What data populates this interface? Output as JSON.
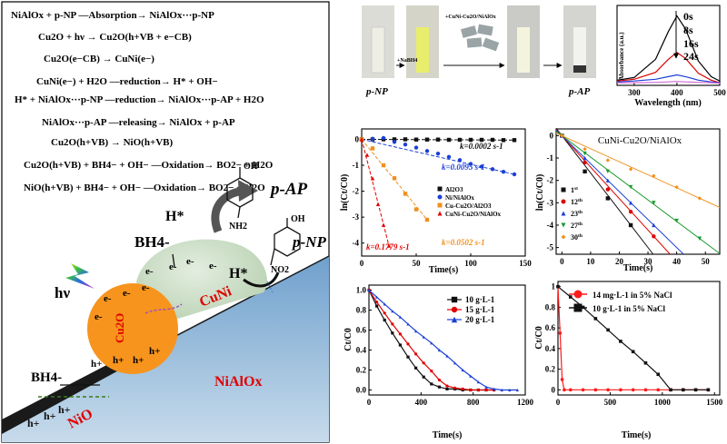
{
  "mechanism": {
    "equations": [
      "NiAlOx + p-NP —Absorption→ NiAlOx···p-NP",
      "Cu2O + hν → Cu2O(h+VB + e−CB)",
      "Cu2O(e−CB) → CuNi(e−)",
      "CuNi(e−) + H2O —reduction→ H* + OH−",
      "H* + NiAlOx···p-NP —reduction→ NiAlOx···p-AP + H2O",
      "NiAlOx···p-AP —releasing→ NiAlOx + p-AP",
      "Cu2O(h+VB) → NiO(h+VB)",
      "Cu2O(h+VB) + BH4− + OH− —Oxidation→ BO2− + H2O",
      "NiO(h+VB) + BH4− + OH− —Oxidation→ BO2− + H2O"
    ],
    "labels": {
      "pap": "p-AP",
      "pnp": "p-NP",
      "hstar_top": "H*",
      "hstar_mid": "H*",
      "bh4_top": "BH4-",
      "bh4_left": "BH4-",
      "hv": "hν",
      "cuni": "CuNi",
      "cu2o": "Cu2O",
      "nialox": "NiAlOx",
      "nio": "NiO",
      "electron": "e-",
      "hole": "h+",
      "nh2": "NH2",
      "no2": "NO2",
      "oh": "OH"
    }
  },
  "photos": {
    "left_caption": "p-NP",
    "right_caption": "p-AP",
    "step1": "+NaBH4",
    "step2": "+CuNi-Cu2O/NiAlOx"
  },
  "chart_data": [
    {
      "type": "line",
      "title": "",
      "xlabel": "Wavelength (nm)",
      "ylabel": "Absorbance (a.u.)",
      "xlim": [
        260,
        500
      ],
      "xticks": [
        "300",
        "400",
        "500"
      ],
      "series": [
        {
          "name": "0s",
          "color": "#000000",
          "x": [
            250,
            300,
            350,
            380,
            400,
            420,
            450,
            480,
            500,
            540
          ],
          "y": [
            0.06,
            0.09,
            0.3,
            0.62,
            0.8,
            0.65,
            0.28,
            0.1,
            0.05,
            0.02
          ]
        },
        {
          "name": "8s",
          "color": "#e00000",
          "x": [
            250,
            300,
            350,
            380,
            400,
            420,
            450,
            480,
            500,
            540
          ],
          "y": [
            0.05,
            0.07,
            0.15,
            0.3,
            0.38,
            0.31,
            0.14,
            0.06,
            0.03,
            0.02
          ]
        },
        {
          "name": "16s",
          "color": "#1b3fd6",
          "x": [
            250,
            300,
            350,
            380,
            400,
            420,
            450,
            480,
            500,
            540
          ],
          "y": [
            0.04,
            0.05,
            0.07,
            0.1,
            0.12,
            0.1,
            0.06,
            0.04,
            0.03,
            0.02
          ]
        },
        {
          "name": "24s",
          "color": "#d36cd3",
          "x": [
            250,
            300,
            350,
            380,
            400,
            420,
            450,
            480,
            500,
            540
          ],
          "y": [
            0.03,
            0.03,
            0.035,
            0.04,
            0.045,
            0.04,
            0.035,
            0.03,
            0.025,
            0.02
          ]
        }
      ],
      "legend": [
        "0s",
        "8s",
        "16s",
        "24s"
      ]
    },
    {
      "type": "scatter",
      "title": "",
      "xlabel": "Time(s)",
      "ylabel": "ln(Ct/C0)",
      "xlim": [
        0,
        150
      ],
      "ylim": [
        -4.5,
        0.4
      ],
      "xticks": [
        "0",
        "50",
        "100",
        "150"
      ],
      "yticks": [
        "0",
        "-1",
        "-2",
        "-3",
        "-4"
      ],
      "series": [
        {
          "name": "Al2O3",
          "color": "#111111",
          "marker": "square",
          "x": [
            0,
            10,
            20,
            30,
            40,
            50,
            60,
            70,
            80,
            90,
            100,
            110,
            120,
            130,
            140
          ],
          "y": [
            0,
            0,
            0,
            0,
            0,
            -0.01,
            -0.01,
            -0.01,
            -0.02,
            -0.02,
            -0.02,
            -0.02,
            -0.02,
            -0.03,
            -0.03
          ]
        },
        {
          "name": "Ni/NiAlOx",
          "color": "#1b3fd6",
          "marker": "circle",
          "x": [
            0,
            10,
            20,
            30,
            40,
            50,
            60,
            70,
            80,
            90,
            100,
            110,
            120,
            130,
            140
          ],
          "y": [
            0,
            0.02,
            0.05,
            -0.1,
            -0.2,
            -0.32,
            -0.45,
            -0.55,
            -0.68,
            -0.8,
            -0.95,
            -1.05,
            -1.15,
            -1.25,
            -1.35
          ]
        },
        {
          "name": "Cu-Cu2O/Al2O3",
          "color": "#f0901e",
          "marker": "square",
          "x": [
            0,
            10,
            20,
            30,
            40,
            50,
            60
          ],
          "y": [
            0,
            -0.35,
            -1.0,
            -1.5,
            -2.1,
            -2.7,
            -3.1
          ]
        },
        {
          "name": "CuNi-Cu2O/NiAlOx",
          "color": "#e00000",
          "marker": "triangle",
          "x": [
            0,
            5,
            10,
            15,
            20,
            25
          ],
          "y": [
            0,
            -0.6,
            -1.5,
            -2.5,
            -3.3,
            -4.1
          ]
        }
      ],
      "annotations": [
        "k=0.0002 s-1",
        "k=0.0095 s-1",
        "k=0.0502 s-1",
        "k=0.1779 s-1"
      ]
    },
    {
      "type": "scatter",
      "title": "CuNi-Cu2O/NiAlOx",
      "xlabel": "Time(s)",
      "ylabel": "ln(Ct/C0)",
      "xlim": [
        -2,
        55
      ],
      "ylim": [
        -5.3,
        0.3
      ],
      "xticks": [
        "0",
        "10",
        "20",
        "30",
        "40",
        "50"
      ],
      "yticks": [
        "0",
        "-1",
        "-2",
        "-3",
        "-4",
        "-5"
      ],
      "series": [
        {
          "name": "1st",
          "color": "#111111",
          "marker": "square",
          "x": [
            0,
            8,
            16,
            24
          ],
          "y": [
            0,
            -1.6,
            -2.8,
            -4.0
          ]
        },
        {
          "name": "12th",
          "color": "#e00000",
          "marker": "circle",
          "x": [
            0,
            8,
            16,
            24,
            32
          ],
          "y": [
            0,
            -1.2,
            -2.4,
            -3.4,
            -4.5
          ]
        },
        {
          "name": "23rd",
          "color": "#1b3fd6",
          "marker": "triangle",
          "x": [
            0,
            8,
            16,
            24,
            32
          ],
          "y": [
            0,
            -1.0,
            -2.0,
            -3.0,
            -4.0
          ]
        },
        {
          "name": "27th",
          "color": "#1a9a2e",
          "marker": "triangle-down",
          "x": [
            0,
            8,
            16,
            24,
            32,
            40,
            48
          ],
          "y": [
            0,
            -0.8,
            -1.6,
            -2.3,
            -3.0,
            -3.8,
            -4.6
          ]
        },
        {
          "name": "30th",
          "color": "#f0901e",
          "marker": "diamond",
          "x": [
            0,
            8,
            16,
            24,
            32,
            40,
            48
          ],
          "y": [
            0,
            -0.6,
            -1.1,
            -1.5,
            -1.8,
            -2.3,
            -2.8
          ]
        }
      ],
      "legend_labels": [
        {
          "base": "1",
          "sup": "st"
        },
        {
          "base": "12",
          "sup": "th"
        },
        {
          "base": "23",
          "sup": "th"
        },
        {
          "base": "27",
          "sup": "th"
        },
        {
          "base": "30",
          "sup": "th"
        }
      ]
    },
    {
      "type": "line",
      "title": "",
      "xlabel": "Time(s)",
      "ylabel": "Ct/C0",
      "xlim": [
        0,
        1200
      ],
      "ylim": [
        -0.05,
        1.05
      ],
      "xticks": [
        "0",
        "400",
        "800",
        "1200"
      ],
      "yticks": [
        "0.0",
        "0.2",
        "0.4",
        "0.6",
        "0.8",
        "1.0"
      ],
      "series": [
        {
          "name": "10 g·L-1",
          "color": "#111111",
          "marker": "square",
          "x": [
            0,
            60,
            120,
            180,
            240,
            300,
            360,
            420,
            480,
            540,
            600,
            660,
            720,
            780,
            840,
            900,
            960
          ],
          "y": [
            1,
            0.84,
            0.7,
            0.57,
            0.45,
            0.33,
            0.22,
            0.13,
            0.06,
            0.03,
            0.01,
            0.01,
            0,
            0,
            0,
            0,
            0
          ]
        },
        {
          "name": "15 g·L-1",
          "color": "#e00000",
          "marker": "circle",
          "x": [
            0,
            60,
            120,
            180,
            240,
            300,
            360,
            420,
            480,
            540,
            600,
            660,
            720,
            780,
            840,
            900,
            960
          ],
          "y": [
            1,
            0.88,
            0.77,
            0.66,
            0.56,
            0.46,
            0.36,
            0.27,
            0.19,
            0.1,
            0.04,
            0.02,
            0.01,
            0,
            0,
            0,
            0
          ]
        },
        {
          "name": "20 g·L-1",
          "color": "#1b3fd6",
          "marker": "triangle",
          "x": [
            0,
            60,
            120,
            180,
            240,
            300,
            360,
            420,
            480,
            540,
            600,
            660,
            720,
            780,
            840,
            900,
            960,
            1020,
            1080,
            1140
          ],
          "y": [
            1,
            0.93,
            0.86,
            0.79,
            0.73,
            0.66,
            0.59,
            0.53,
            0.47,
            0.4,
            0.34,
            0.27,
            0.2,
            0.14,
            0.08,
            0.03,
            0.01,
            0,
            0,
            0
          ]
        }
      ],
      "legend": [
        "10 g·L-1",
        "15 g·L-1",
        "20 g·L-1"
      ]
    },
    {
      "type": "line",
      "title": "",
      "xlabel": "Time(s)",
      "ylabel": "Ct/C0",
      "xlim": [
        0,
        1550
      ],
      "ylim": [
        -0.05,
        1.05
      ],
      "xticks": [
        "0",
        "500",
        "1000",
        "1500"
      ],
      "yticks": [
        "0",
        "0.2",
        "0.4",
        "0.6",
        "0.8",
        "1"
      ],
      "series": [
        {
          "name": "14 mg·L-1 in 5% NaCl",
          "color": "#ff1a1a",
          "marker": "circle",
          "x": [
            0,
            20,
            40,
            60,
            120,
            240,
            360,
            480,
            600,
            720,
            840,
            960,
            1080,
            1200,
            1320,
            1440
          ],
          "y": [
            1,
            0.55,
            0.1,
            0,
            0,
            0,
            0,
            0,
            0,
            0,
            0,
            0,
            0,
            0,
            0,
            0
          ]
        },
        {
          "name": "10 g·L-1 in 5% NaCl",
          "color": "#111111",
          "marker": "square",
          "x": [
            0,
            120,
            240,
            360,
            480,
            600,
            720,
            840,
            960,
            1080,
            1200,
            1320,
            1440
          ],
          "y": [
            1,
            0.9,
            0.8,
            0.69,
            0.58,
            0.47,
            0.37,
            0.26,
            0.15,
            0,
            0,
            0,
            0
          ]
        }
      ],
      "legend": [
        "14 mg·L-1 in 5% NaCl",
        "10 g·L-1 in 5% NaCl"
      ]
    }
  ]
}
